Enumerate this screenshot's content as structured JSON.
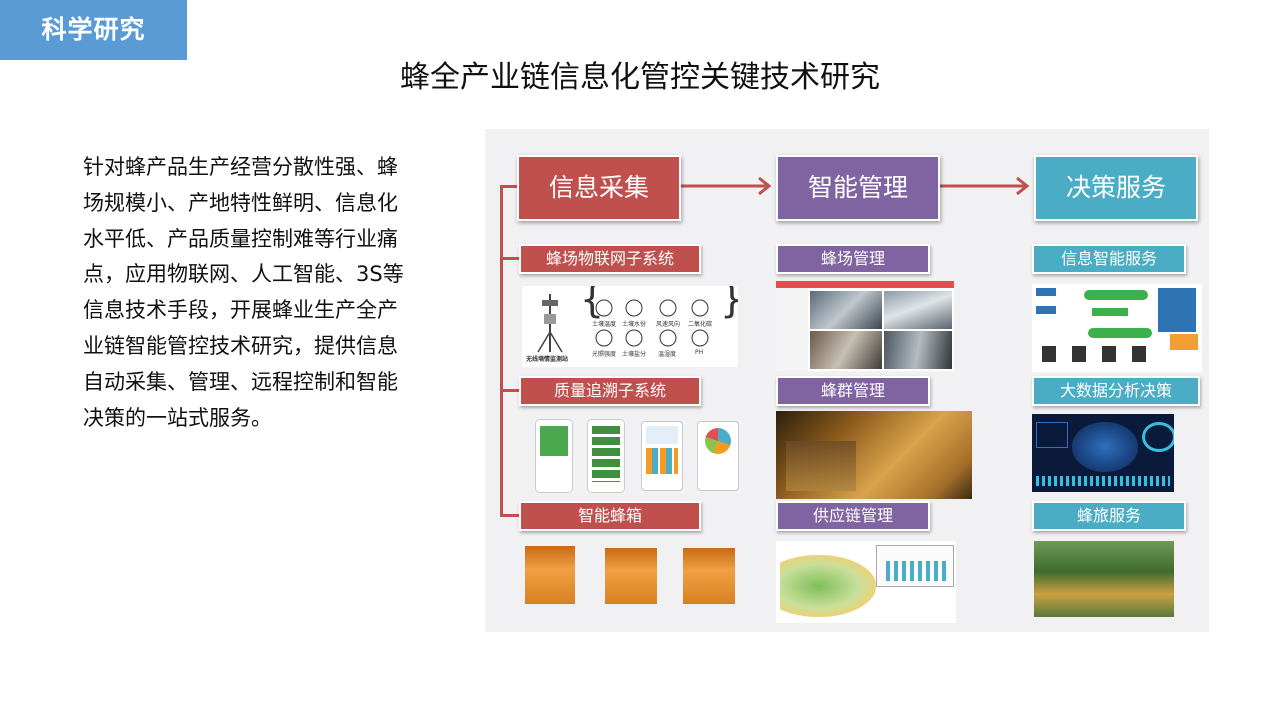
{
  "section_tag": "科学研究",
  "title": "蜂全产业链信息化管控关键技术研究",
  "body": "针对蜂产品生产经营分散性强、蜂场规模小、产地特性鲜明、信息化水平低、产品质量控制难等行业痛点，应用物联网、人工智能、3S等信息技术手段，开展蜂业生产全产业链智能管控技术研究，提供信息自动采集、管理、远程控制和智能决策的一站式服务。",
  "columns": [
    {
      "head": "信息采集",
      "items": [
        "蜂场物联网子系统",
        "质量追溯子系统",
        "智能蜂箱"
      ]
    },
    {
      "head": "智能管理",
      "items": [
        "蜂场管理",
        "蜂群管理",
        "供应链管理"
      ]
    },
    {
      "head": "决策服务",
      "items": [
        "信息智能服务",
        "大数据分析决策",
        "蜂旅服务"
      ]
    }
  ],
  "sensor": {
    "station": "无线墒情监测站",
    "row1": [
      "土壤温度",
      "土壤水份",
      "风速风向",
      "二氧化碳"
    ],
    "row2": [
      "光照强度",
      "土壤盐分",
      "温湿度",
      "PH"
    ]
  },
  "colors": {
    "accent": "#5b9bd5",
    "red": "#c0504d",
    "purple": "#8064a2",
    "teal": "#4bacc6"
  }
}
